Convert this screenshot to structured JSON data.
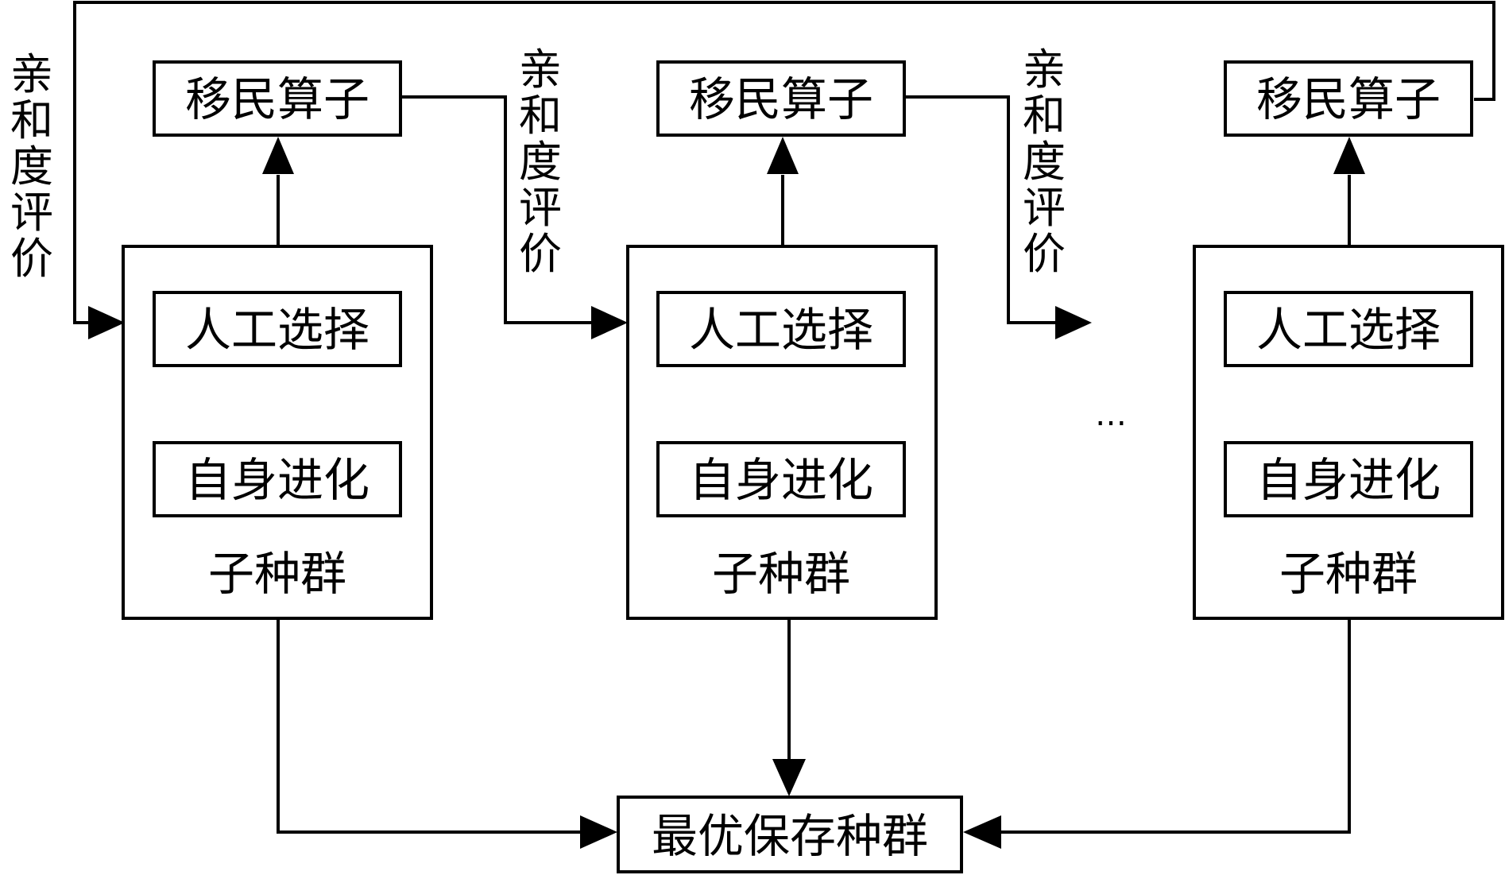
{
  "colors": {
    "stroke": "#000000",
    "background": "#ffffff"
  },
  "groups": [
    {
      "subpop_label": "子种群",
      "migration_label": "移民算子",
      "selection_label": "人工选择",
      "evolution_label": "自身进化"
    },
    {
      "subpop_label": "子种群",
      "migration_label": "移民算子",
      "selection_label": "人工选择",
      "evolution_label": "自身进化"
    },
    {
      "subpop_label": "子种群",
      "migration_label": "移民算子",
      "selection_label": "人工选择",
      "evolution_label": "自身进化"
    }
  ],
  "affinity_labels": [
    [
      "亲",
      "和",
      "度",
      "评",
      "价"
    ],
    [
      "亲",
      "和",
      "度",
      "评",
      "价"
    ],
    [
      "亲",
      "和",
      "度",
      "评",
      "价"
    ]
  ],
  "ellipsis": "…",
  "best_population": "最优保存种群"
}
